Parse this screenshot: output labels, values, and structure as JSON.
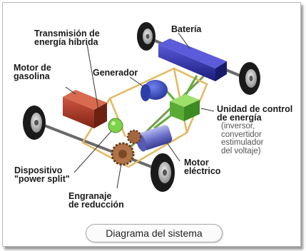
{
  "labels": {
    "transmission": [
      "Transmisión de",
      "energía híbrida"
    ],
    "battery": "Batería",
    "gas_motor": [
      "Motor de",
      "gasolina"
    ],
    "generator": "Generador",
    "control_unit": [
      "Unidad de control",
      "de energía"
    ],
    "control_unit_details": [
      "(inversor,",
      "convertidor",
      "estimulador",
      "del voltaje)"
    ],
    "electric_motor": [
      "Motor",
      "eléctrico"
    ],
    "power_split": [
      "Dispositivo",
      "\"power split\""
    ],
    "reduction_gear": [
      "Engranaje",
      "de reducción"
    ]
  },
  "caption": "Diagrama del sistema",
  "colors": {
    "battery": "#2b2ba8",
    "gas_motor": "#b23a2a",
    "generator": "#3a4fc0",
    "control_unit": "#6cbf44",
    "power_split": "#7a7fd0",
    "gear": "#a86a44",
    "frame_outline": "#e3b860",
    "tire": "#1a1a1a",
    "rim": "#b8b8b8"
  }
}
